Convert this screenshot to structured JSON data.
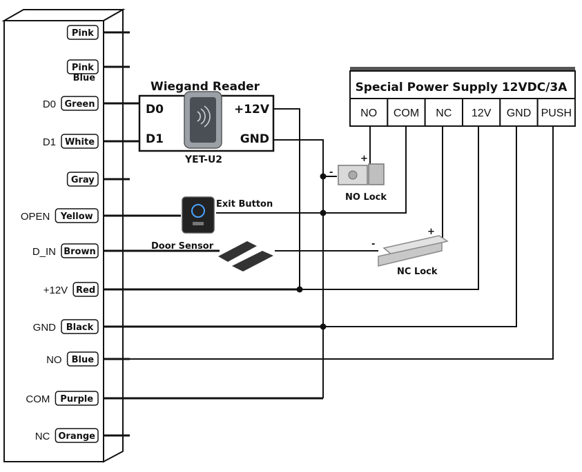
{
  "controller": {
    "rows": [
      {
        "terminal": "",
        "wire": "Pink",
        "wire2": ""
      },
      {
        "terminal": "",
        "wire": "Pink",
        "wire2": "Blue"
      },
      {
        "terminal": "D0",
        "wire": "Green",
        "wire2": ""
      },
      {
        "terminal": "D1",
        "wire": "White",
        "wire2": ""
      },
      {
        "terminal": "",
        "wire": "Gray",
        "wire2": ""
      },
      {
        "terminal": "OPEN",
        "wire": "Yellow",
        "wire2": ""
      },
      {
        "terminal": "D_IN",
        "wire": "Brown",
        "wire2": ""
      },
      {
        "terminal": "+12V",
        "wire": "Red",
        "wire2": ""
      },
      {
        "terminal": "GND",
        "wire": "Black",
        "wire2": ""
      },
      {
        "terminal": "NO",
        "wire": "Blue",
        "wire2": ""
      },
      {
        "terminal": "COM",
        "wire": "Purple",
        "wire2": ""
      },
      {
        "terminal": "NC",
        "wire": "Orange",
        "wire2": ""
      }
    ]
  },
  "reader": {
    "title": "Wiegand Reader",
    "model": "YET-U2",
    "left_top": "D0",
    "left_bottom": "D1",
    "right_top": "+12V",
    "right_bottom": "GND"
  },
  "power_supply": {
    "title": "Special Power Supply 12VDC/3A",
    "terminals": [
      "NO",
      "COM",
      "NC",
      "12V",
      "GND",
      "PUSH"
    ]
  },
  "components": {
    "exit_button": "Exit Button",
    "door_sensor": "Door Sensor",
    "no_lock": "NO Lock",
    "nc_lock": "NC Lock",
    "plus": "+",
    "minus": "-"
  }
}
